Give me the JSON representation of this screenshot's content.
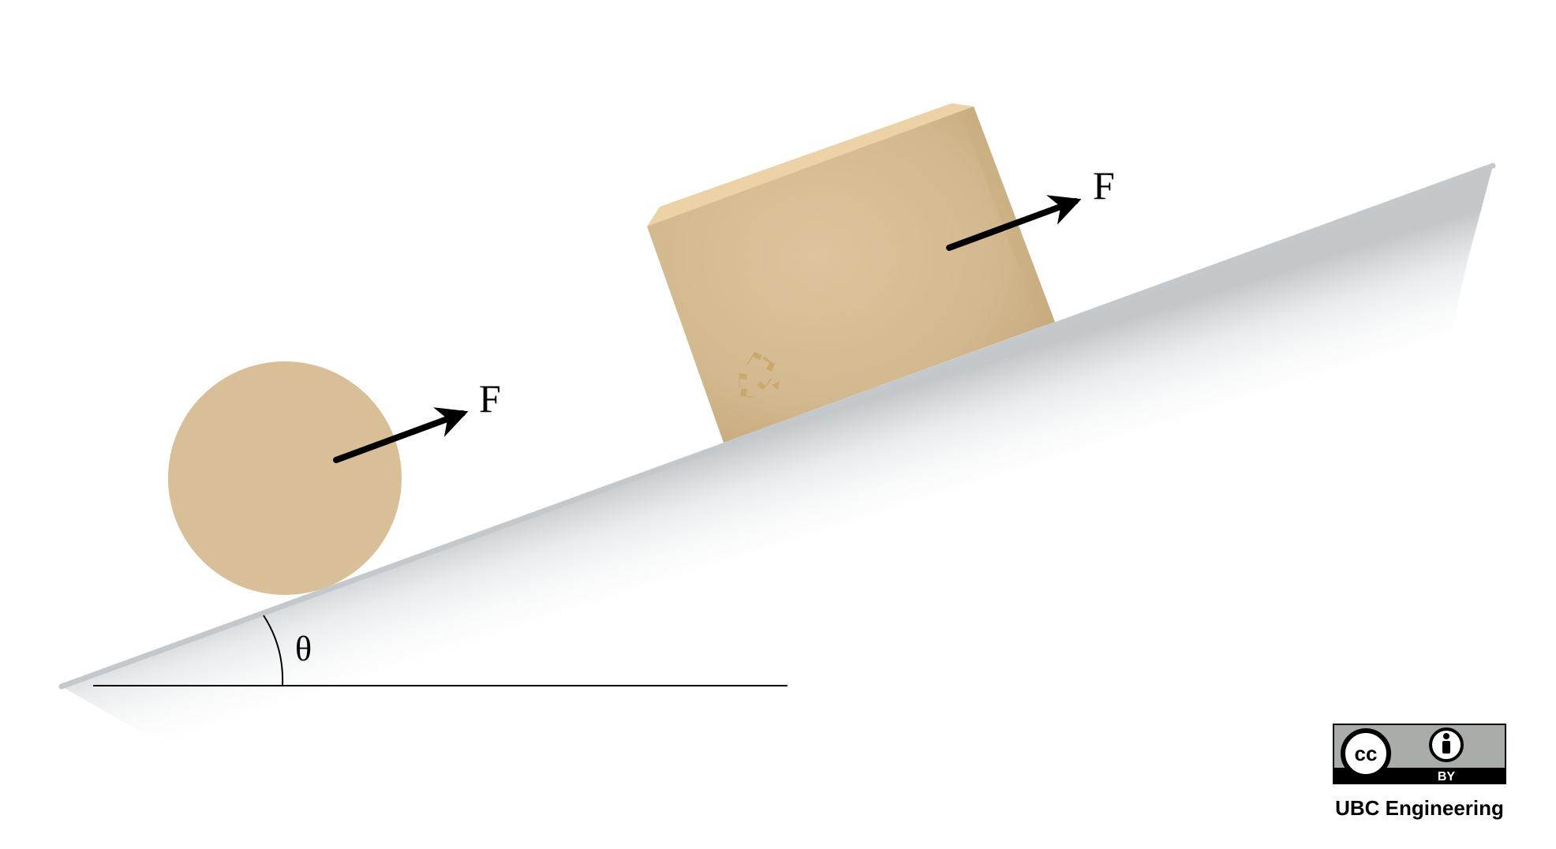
{
  "diagram": {
    "force_label_circle": "F",
    "force_label_box": "F",
    "angle_label": "θ"
  },
  "license": {
    "cc_text": "cc",
    "by_text": "BY",
    "credit": "UBC Engineering"
  },
  "colors": {
    "object_fill": "#d8bf98",
    "box_top": "#ecd2a6",
    "box_side": "#c6aa7e",
    "ramp_edge": "#c3c8cc",
    "arrow": "#000000",
    "recycle": "#c9a86a",
    "badge_gray": "#a9adaa",
    "badge_black": "#000000"
  }
}
